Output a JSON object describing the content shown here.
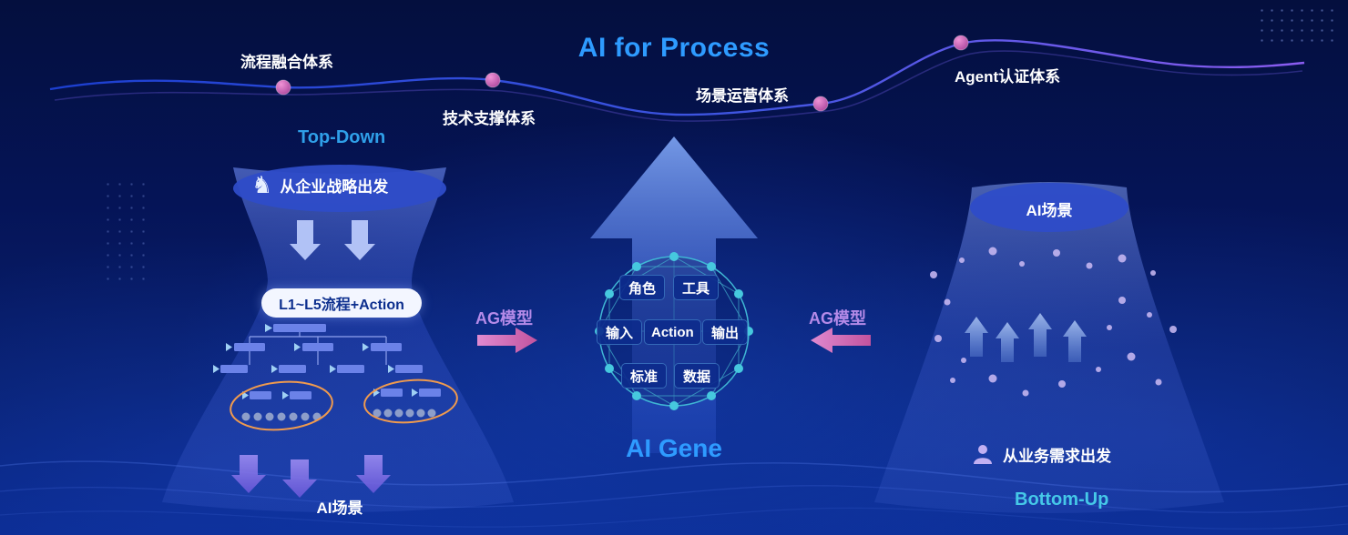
{
  "title": "AI for Process",
  "timeline": {
    "nodes": [
      {
        "label": "流程融合体系"
      },
      {
        "label": "技术支撑体系"
      },
      {
        "label": "场景运营体系"
      },
      {
        "label": "Agent认证体系"
      }
    ]
  },
  "left_funnel": {
    "heading": "Top-Down",
    "strategy_label": "从企业战略出发",
    "process_pill": "L1~L5流程+Action",
    "bottom_label": "AI场景"
  },
  "connectors": {
    "left_label": "AG模型",
    "right_label": "AG模型"
  },
  "center": {
    "gene_label": "AI Gene",
    "sphere_nodes": {
      "top_left": "角色",
      "top_right": "工具",
      "mid_left": "输入",
      "mid_center": "Action",
      "mid_right": "输出",
      "bottom_left": "标准",
      "bottom_right": "数据"
    }
  },
  "right_funnel": {
    "top_label": "AI场景",
    "need_label": "从业务需求出发",
    "heading": "Bottom-Up"
  },
  "icons": {
    "strategy": "♞"
  },
  "colors": {
    "title_blue": "#2e9bff",
    "topdown_blue": "#2f9fe8",
    "bottomup_cyan": "#45c8e8",
    "ag_purple": "#b48ae8",
    "arrow_pink": "#d668b0",
    "cluster_orange": "#ef9a4e",
    "sphere_teal": "#46c8de"
  }
}
